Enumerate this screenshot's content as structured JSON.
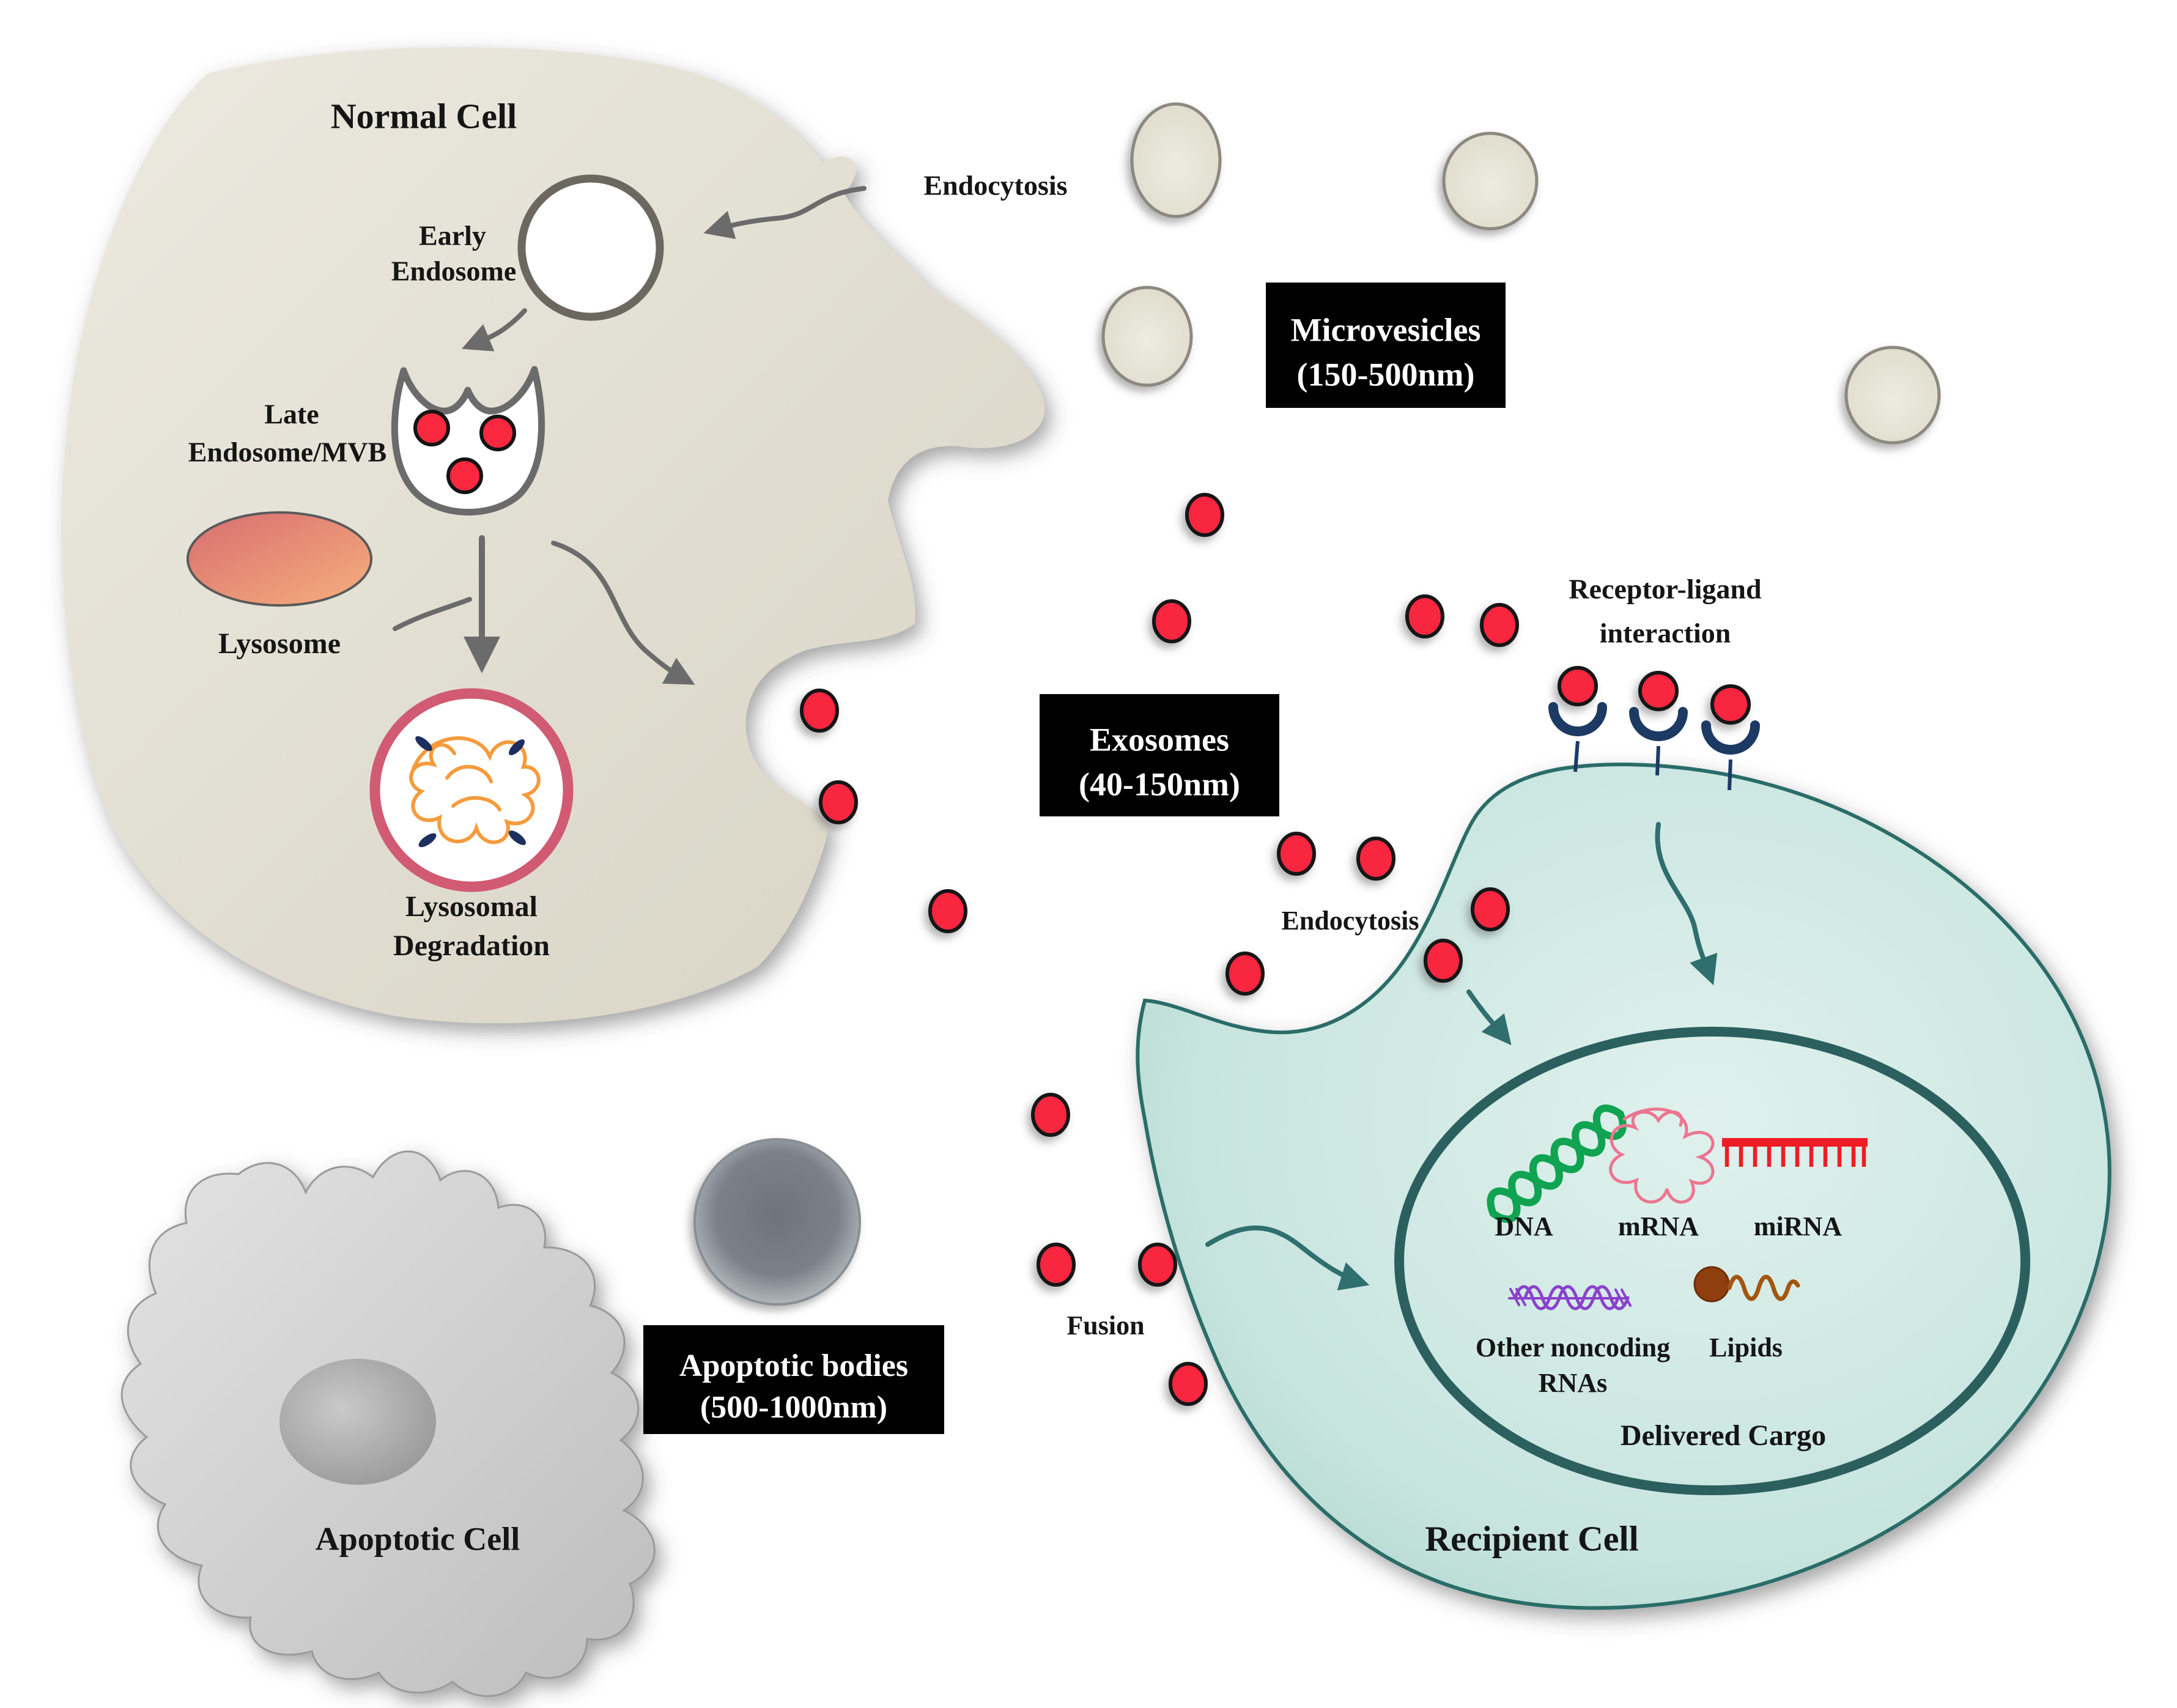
{
  "normal_cell": {
    "title": "Normal Cell",
    "labels": {
      "endocytosis": "Endocytosis",
      "early_endosome": [
        "Early",
        "Endosome"
      ],
      "late_endosome": [
        "Late",
        "Endosome/MVB"
      ],
      "lysosome": "Lysosome",
      "lysosomal_degradation": [
        "Lysosomal",
        "Degradation"
      ]
    }
  },
  "vesicle_types": {
    "microvesicles": {
      "name": "Microvesicles",
      "size": "(150-500nm)"
    },
    "exosomes": {
      "name": "Exosomes",
      "size": "(40-150nm)"
    },
    "apoptotic_bodies": {
      "name": "Apoptotic bodies",
      "size": "(500-1000nm)"
    }
  },
  "recipient_cell": {
    "title": "Recipient Cell",
    "labels": {
      "receptor_ligand": [
        "Receptor-ligand",
        "interaction"
      ],
      "endocytosis": "Endocytosis",
      "fusion": "Fusion",
      "delivered_cargo": "Delivered Cargo",
      "cargo_items": [
        "DNA",
        "mRNA",
        "miRNA",
        "Other noncoding",
        "RNAs",
        "Lipids"
      ]
    }
  },
  "apoptotic_cell": {
    "title": "Apoptotic Cell"
  },
  "colors": {
    "background": "#ffffff",
    "normal_cell_fill": "#e4e2d5",
    "membrane_gray": "#6e6b64",
    "exosome_red": "#f9283f",
    "microvesicle_fill": "#e6e4d6",
    "recipient_fill": "#cde8e2",
    "recipient_stroke": "#2c6d68",
    "cargo_ring": "#2b605f",
    "receptor_navy": "#1c3a64",
    "label_box_bg": "#000000",
    "label_box_text": "#ffffff",
    "lysosome_gradient": [
      "#d96f6e",
      "#f5ac7b"
    ],
    "degradation_ring": "#d05b72",
    "degradation_contents": "#f59b3c",
    "dna_green": "#0fa352",
    "mrna_pink": "#ec7590",
    "mirna_red": "#ee1c25",
    "noncoding_rna_purple": "#8b41cc",
    "lipid_brown": "#8f3e0e",
    "apoptotic_cell_fill": "#d4d4d4",
    "apoptotic_body_gray": "#70757d",
    "arrow_gray": "#6b6b6b",
    "arrow_teal": "#2f6f6d"
  }
}
